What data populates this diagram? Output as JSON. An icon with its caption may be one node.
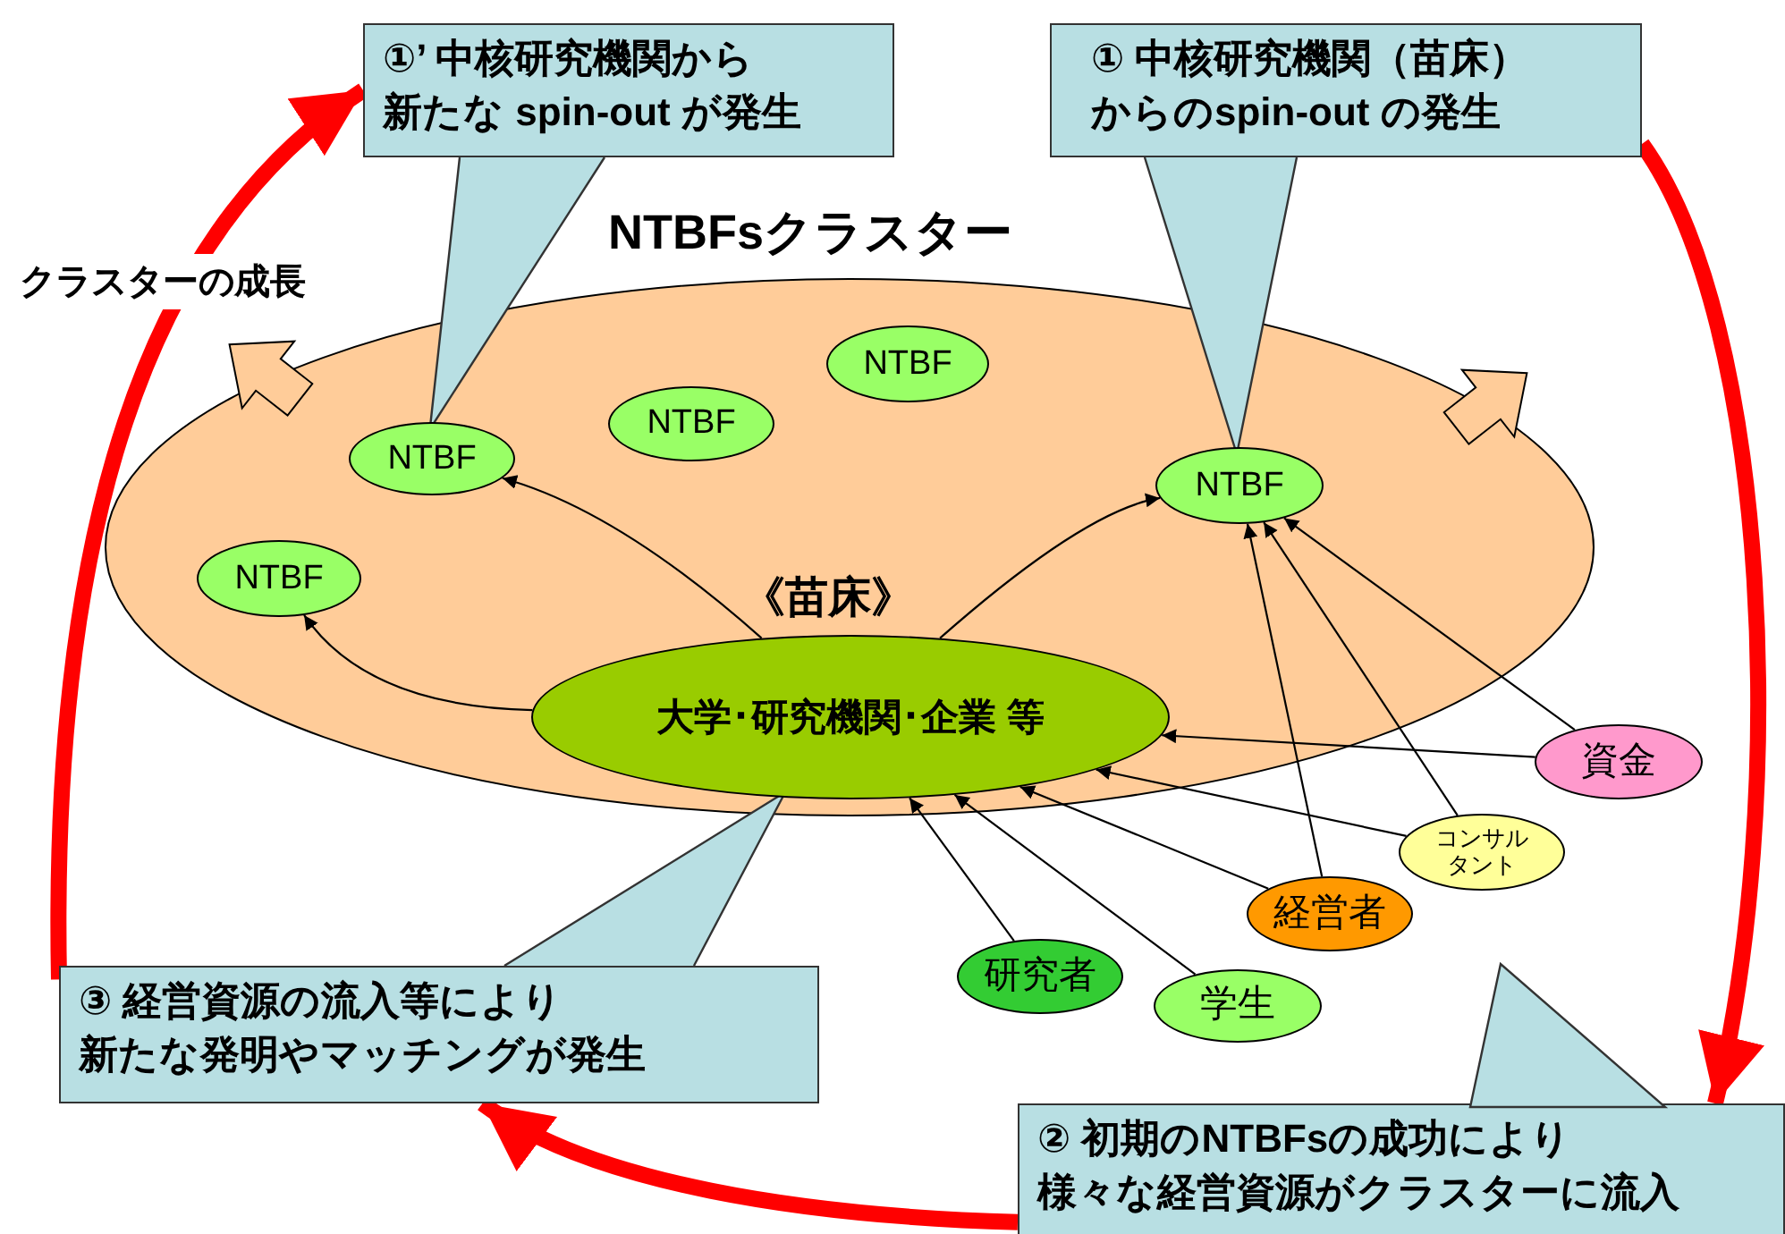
{
  "diagram": {
    "nodes": [
      {
        "text": [
          "NTBFsクラスター"
        ]
      },
      {
        "text": [
          "①’ 中核研究機関から新たな spin-out が発生"
        ]
      },
      {
        "text": [
          "① 中核研究機関（苗床）からのspin-out の発生"
        ]
      },
      {
        "text": [
          "NTBF"
        ],
        "in": 0
      },
      {
        "text": [
          "NTBF"
        ],
        "in": 0
      },
      {
        "text": [
          "NTBF"
        ],
        "in": 0
      },
      {
        "text": [
          "NTBF"
        ],
        "in": 0
      },
      {
        "text": [
          "NTBF"
        ],
        "in": 0
      },
      {
        "text": [
          "大学･研究機関･企業 等"
        ],
        "beside": [
          "《苗床》"
        ],
        "in": 0
      },
      {
        "text": [
          "資金"
        ]
      },
      {
        "text": [
          "コンサルタント"
        ]
      },
      {
        "text": [
          "経営者"
        ]
      },
      {
        "text": [
          "研究者"
        ]
      },
      {
        "text": [
          "学生"
        ]
      },
      {
        "text": [
          "③ 経営資源の流入等により新たな発明やマッチングが発生"
        ]
      },
      {
        "text": [
          "② 初期のNTBFsの成功により様々な経営資源がクラスターに流入"
        ]
      }
    ],
    "edges": [
      {
        "from": 1,
        "to": 4,
        "arrow": "none"
      },
      {
        "from": 2,
        "to": 6,
        "arrow": "none"
      },
      {
        "from": 14,
        "to": 8,
        "arrow": "none"
      },
      {
        "from": 8,
        "to": 7,
        "arrow": "to"
      },
      {
        "from": 8,
        "to": 4,
        "arrow": "to"
      },
      {
        "from": 8,
        "to": 6,
        "arrow": "to"
      },
      {
        "from": 9,
        "to": 8,
        "arrow": "to"
      },
      {
        "from": 10,
        "to": 8,
        "arrow": "to"
      },
      {
        "from": 11,
        "to": 8,
        "arrow": "to"
      },
      {
        "from": 13,
        "to": 8,
        "arrow": "to"
      },
      {
        "from": 12,
        "to": 8,
        "arrow": "to"
      },
      {
        "from": 11,
        "to": 6,
        "arrow": "to"
      },
      {
        "from": 10,
        "to": 6,
        "arrow": "to"
      },
      {
        "from": 9,
        "to": 6,
        "arrow": "to"
      },
      {
        "from": 2,
        "to": 15,
        "arrow": "to",
        "style": "thick",
        "color": "#ff0000"
      },
      {
        "from": 15,
        "to": 14,
        "arrow": "to",
        "style": "thick",
        "color": "#ff0000"
      },
      {
        "from": 14,
        "to": 1,
        "arrow": "to",
        "style": "thick",
        "color": "#ff0000",
        "label": "クラスターの成長"
      }
    ]
  }
}
